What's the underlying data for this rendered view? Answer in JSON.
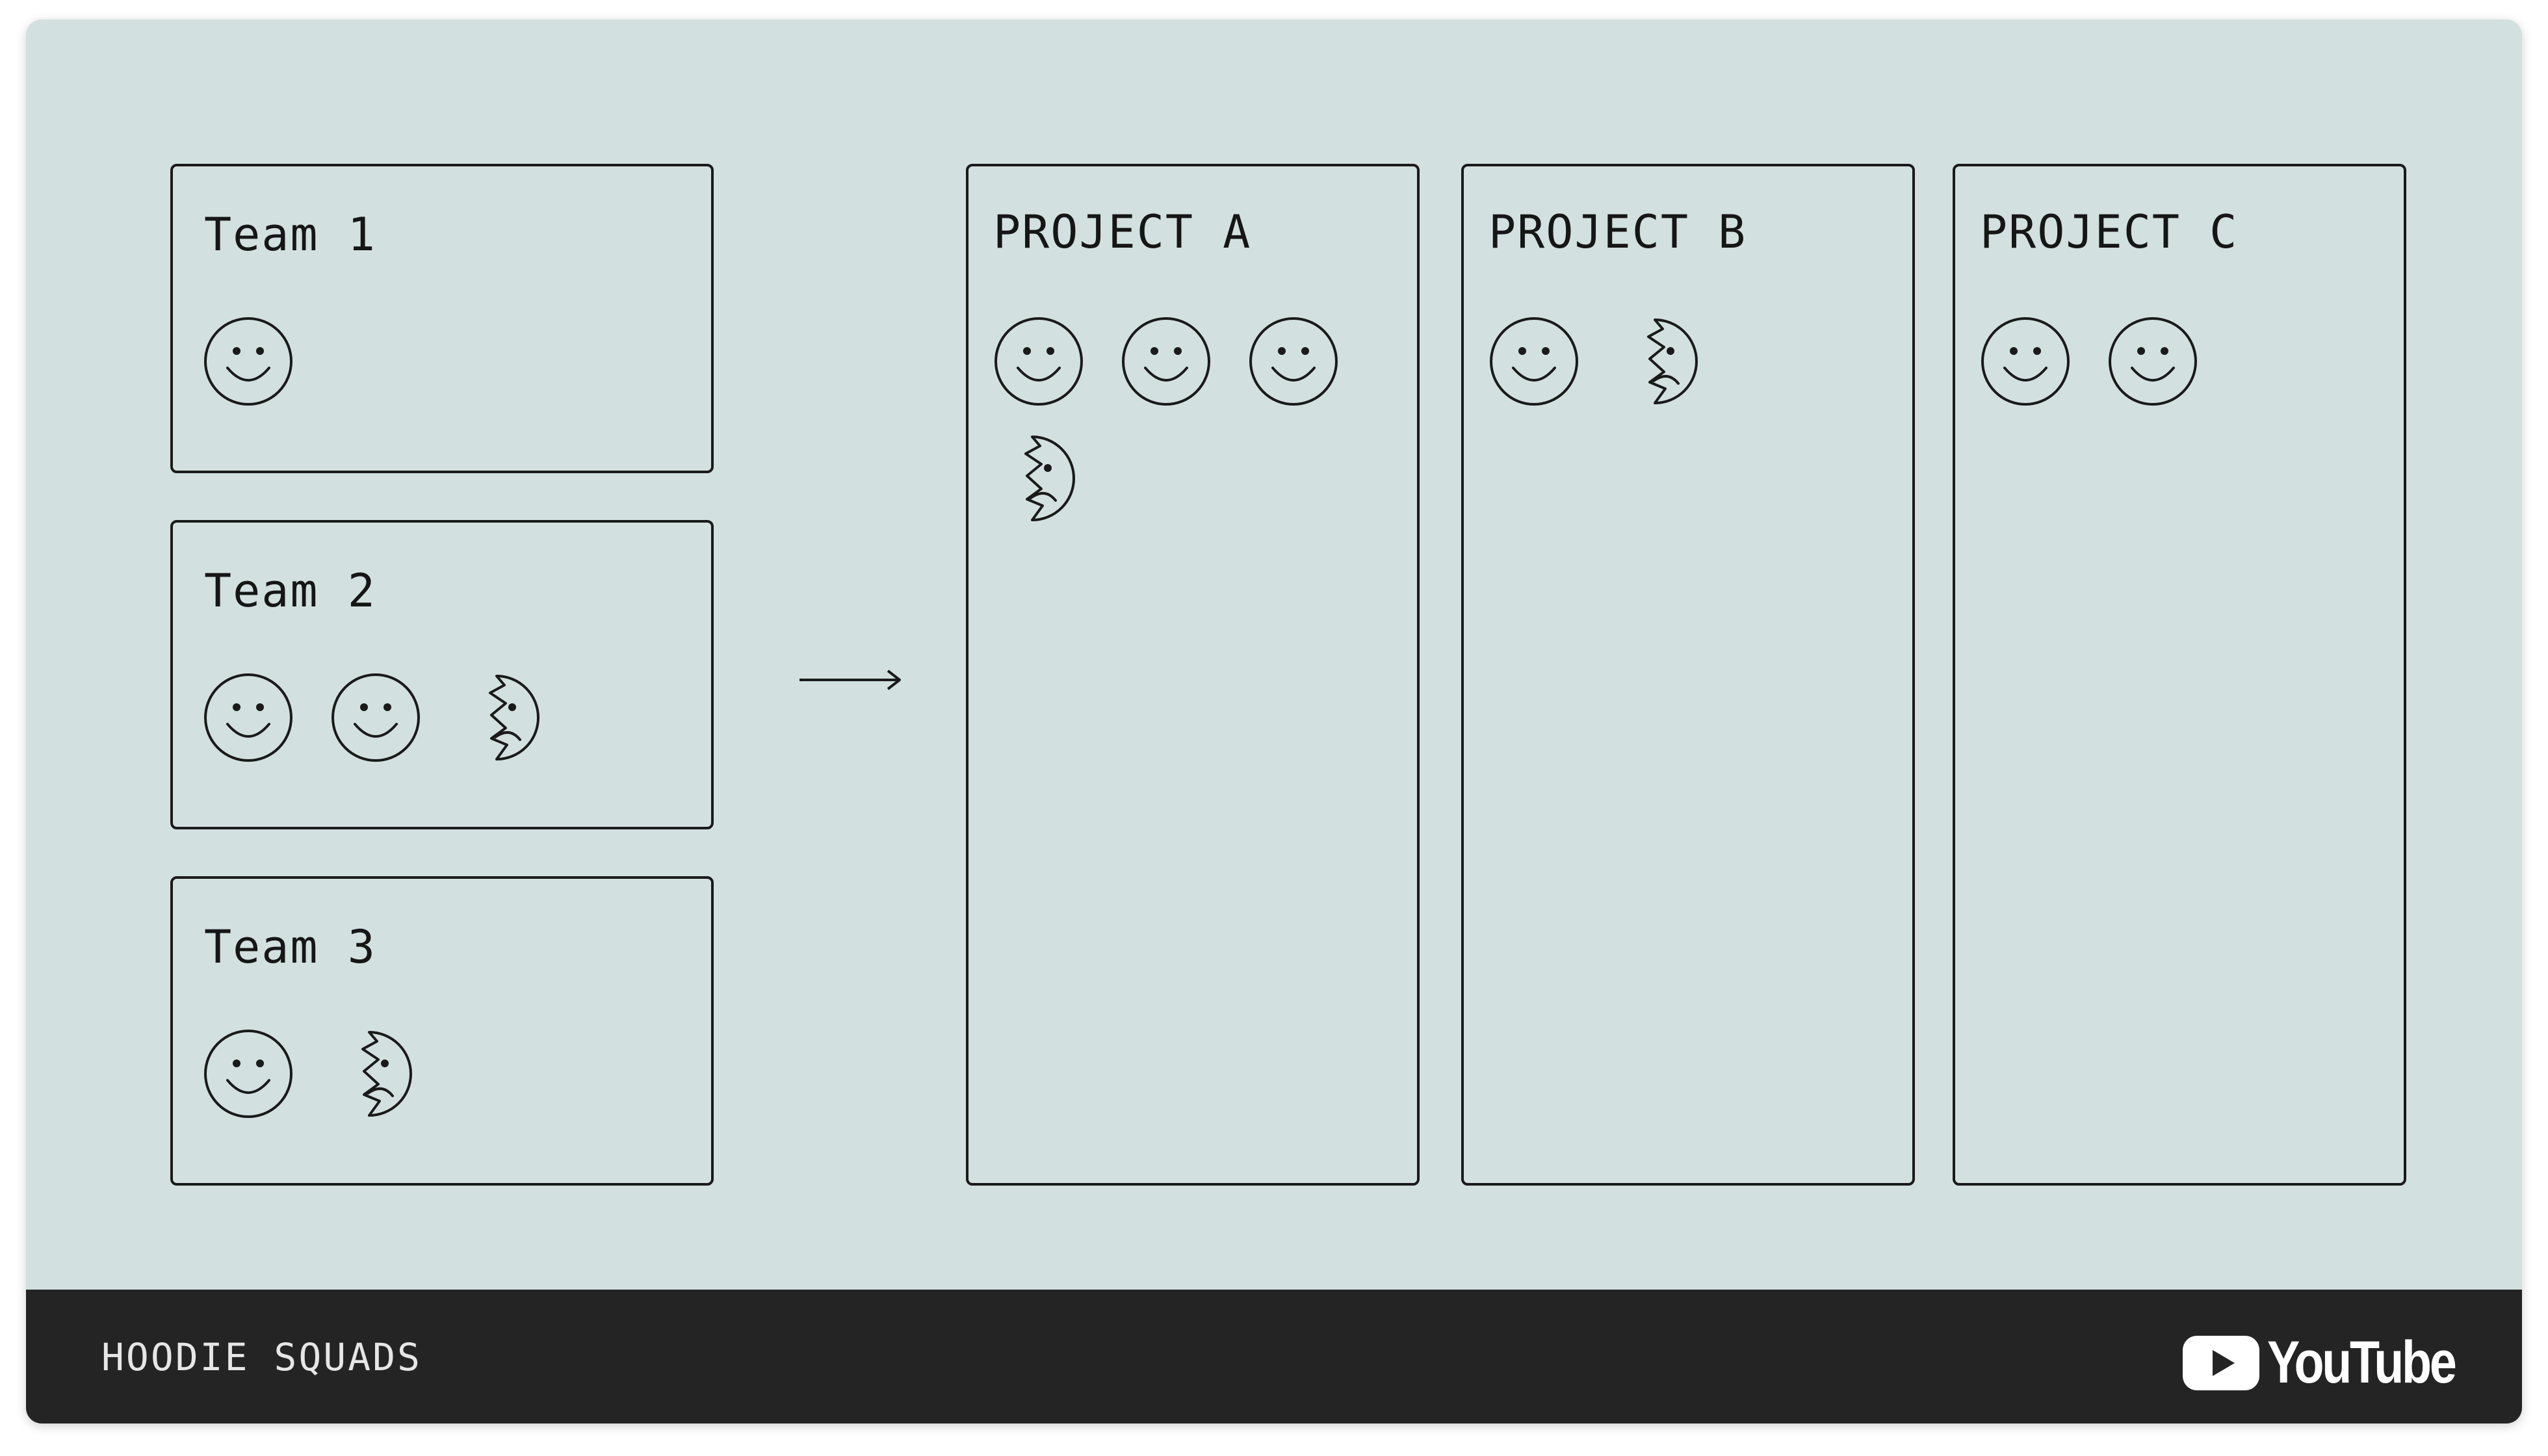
{
  "teams": [
    {
      "label": "Team 1",
      "faces": [
        "happy"
      ]
    },
    {
      "label": "Team 2",
      "faces": [
        "happy",
        "happy",
        "sad"
      ]
    },
    {
      "label": "Team 3",
      "faces": [
        "happy",
        "sad"
      ]
    }
  ],
  "projects": [
    {
      "label": "PROJECT A",
      "faces": [
        "happy",
        "happy",
        "happy",
        "sad"
      ]
    },
    {
      "label": "PROJECT B",
      "faces": [
        "happy",
        "sad"
      ]
    },
    {
      "label": "PROJECT C",
      "faces": [
        "happy",
        "happy"
      ]
    }
  ],
  "footer": {
    "title": "HOODIE SQUADS",
    "brand": "YouTube"
  },
  "colors": {
    "background": "#d3e0e0",
    "ink": "#1a1a1a",
    "footer": "#242424",
    "brand_red": "#ffffff"
  },
  "icons": {
    "happy": "happy-face-icon",
    "sad": "sad-half-face-icon",
    "arrow": "arrow-right-icon",
    "brand": "youtube-logo-icon"
  }
}
